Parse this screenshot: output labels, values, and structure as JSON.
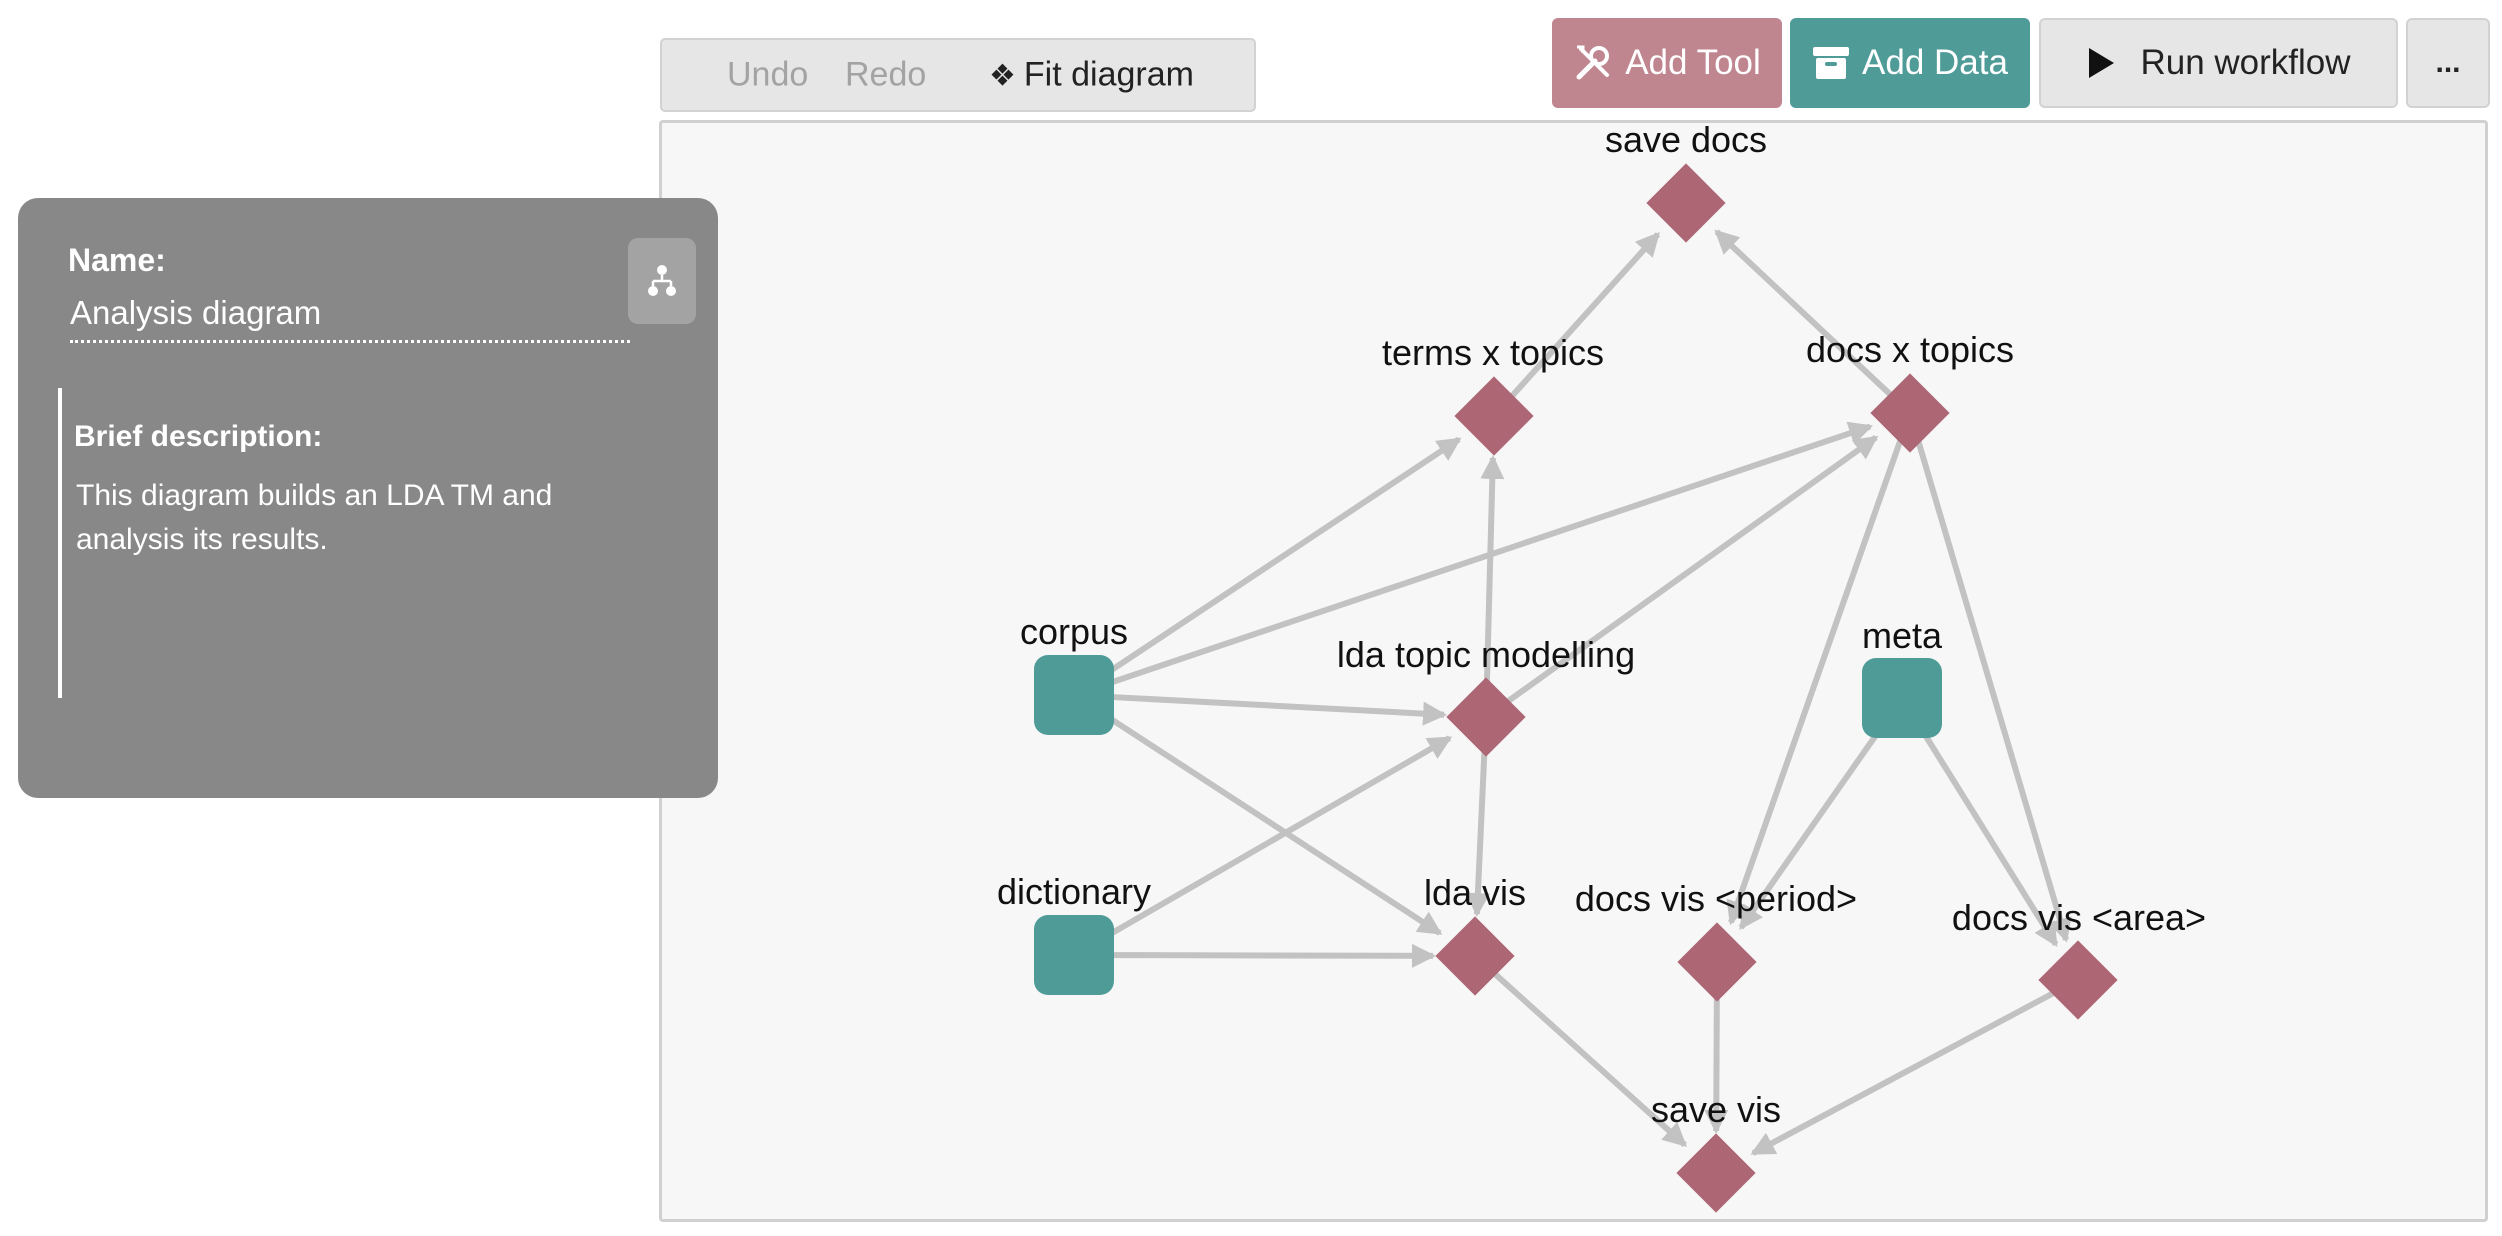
{
  "toolbar": {
    "undo_label": "Undo",
    "redo_label": "Redo",
    "fit_label": "Fit diagram",
    "fit_glyph": "❖"
  },
  "actions": {
    "add_tool_label": "Add Tool",
    "add_data_label": "Add Data",
    "run_label": "Run workflow",
    "more_label": "..."
  },
  "info_panel": {
    "name_label": "Name:",
    "name_value": "Analysis diagram",
    "description_label": "Brief description:",
    "description_text": "This diagram builds an LDA TM and analysis its results."
  },
  "colors": {
    "tool_node": "#ad6674",
    "data_node": "#4e9b98",
    "edge": "#c2c2c2",
    "add_tool_button": "#c08690",
    "add_data_button": "#4e9b98",
    "panel": "#888888"
  },
  "diagram": {
    "nodes": [
      {
        "id": "save_docs",
        "label": "save docs",
        "type": "tool"
      },
      {
        "id": "terms_topics",
        "label": "terms x topics",
        "type": "tool"
      },
      {
        "id": "docs_topics",
        "label": "docs x topics",
        "type": "tool"
      },
      {
        "id": "corpus",
        "label": "corpus",
        "type": "data"
      },
      {
        "id": "lda",
        "label": "lda topic modelling",
        "type": "tool"
      },
      {
        "id": "meta",
        "label": "meta",
        "type": "data"
      },
      {
        "id": "dictionary",
        "label": "dictionary",
        "type": "data"
      },
      {
        "id": "lda_vis",
        "label": "lda vis",
        "type": "tool"
      },
      {
        "id": "docs_vis_period",
        "label": "docs vis <period>",
        "type": "tool"
      },
      {
        "id": "docs_vis_area",
        "label": "docs vis <area>",
        "type": "tool"
      },
      {
        "id": "save_vis",
        "label": "save vis",
        "type": "tool"
      }
    ],
    "edges": [
      [
        "terms_topics",
        "save_docs"
      ],
      [
        "docs_topics",
        "save_docs"
      ],
      [
        "corpus",
        "terms_topics"
      ],
      [
        "corpus",
        "docs_topics"
      ],
      [
        "corpus",
        "lda"
      ],
      [
        "corpus",
        "lda_vis"
      ],
      [
        "lda",
        "terms_topics"
      ],
      [
        "lda",
        "docs_topics"
      ],
      [
        "lda",
        "lda_vis"
      ],
      [
        "dictionary",
        "lda"
      ],
      [
        "dictionary",
        "lda_vis"
      ],
      [
        "docs_topics",
        "docs_vis_period"
      ],
      [
        "docs_topics",
        "docs_vis_area"
      ],
      [
        "meta",
        "docs_vis_period"
      ],
      [
        "meta",
        "docs_vis_area"
      ],
      [
        "lda_vis",
        "save_vis"
      ],
      [
        "docs_vis_period",
        "save_vis"
      ],
      [
        "docs_vis_area",
        "save_vis"
      ]
    ]
  }
}
